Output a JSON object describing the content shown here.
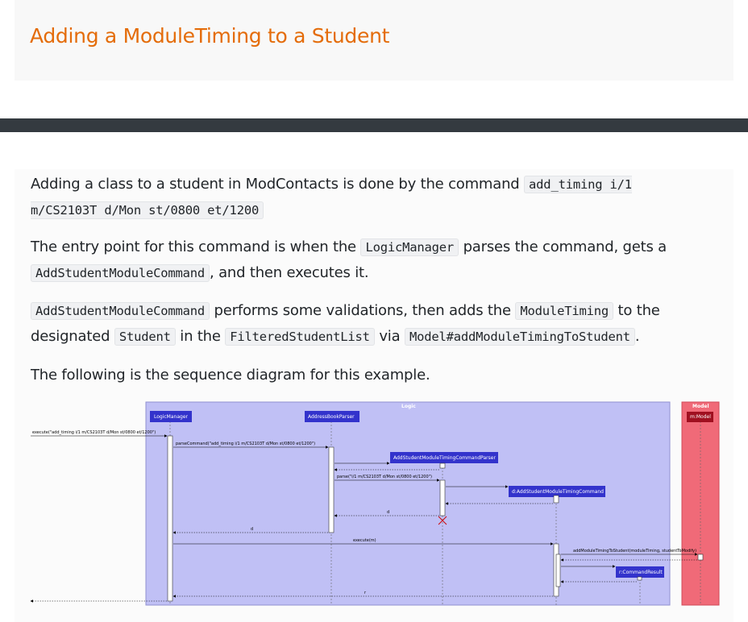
{
  "heading": "Adding a ModuleTiming to a Student",
  "p1": {
    "text_a": "Adding a class to a student in ModContacts is done by the command ",
    "code_a": "add_timing i/1 m/CS2103T d/Mon st/0800 et/1200"
  },
  "p2": {
    "text_a": "The entry point for this command is when the ",
    "code_a": "LogicManager",
    "text_b": " parses the command, gets a ",
    "code_b": "AddStudentModuleCommand",
    "text_c": ", and then executes it."
  },
  "p3": {
    "code_a": "AddStudentModuleCommand",
    "text_a": " performs some validations, then adds the ",
    "code_b": "ModuleTiming",
    "text_b": " to the designated ",
    "code_c": "Student",
    "text_c": " in the ",
    "code_d": "FilteredStudentList",
    "text_d": " via ",
    "code_e": "Model#addModuleTimingToStudent",
    "text_e": "."
  },
  "p4": "The following is the sequence diagram for this example.",
  "diagram": {
    "logic_frame_label": "Logic",
    "model_frame_label": "Model",
    "logic_color": "#c0c0f5",
    "model_color": "#f06a78",
    "participants": {
      "logic_manager": "LogicManager",
      "address_book_parser": "AddressBookParser",
      "parser": "AddStudentModuleTimingCommandParser",
      "command": "d:AddStudentModuleTimingCommand",
      "command_result": "r:CommandResult",
      "model": "m:Model"
    },
    "messages": {
      "m1": "execute(\"add_timing i/1 m/CS2103T d/Mon st/0800 et/1200\")",
      "m2": "parseCommand(\"add_timing i/1 m/CS2103T d/Mon st/0800 et/1200\")",
      "m3": "parse(\"i/1 m/CS2103T d/Mon st/0800 et/1200\")",
      "r_d1": "d",
      "r_d2": "d",
      "m4": "execute(m)",
      "m5": "addModuleTimingToStudent(moduleTiming, studentToModify)",
      "r_r": "r"
    }
  }
}
